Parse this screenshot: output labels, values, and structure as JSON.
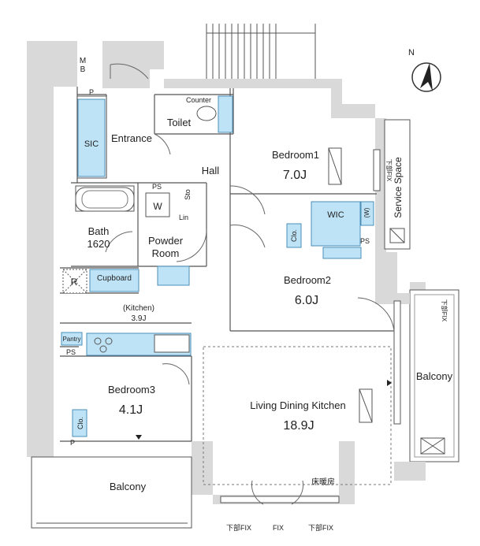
{
  "rooms": {
    "mb": "M\nB",
    "sic": "SIC",
    "entrance": "Entrance",
    "counter": "Counter",
    "toilet": "Toilet",
    "hall": "Hall",
    "bedroom1_name": "Bedroom1",
    "bedroom1_size": "7.0J",
    "ps_bath": "PS",
    "sto": "Sto",
    "w": "W",
    "lin": "Lin",
    "bath_name": "Bath",
    "bath_size": "1620",
    "powder_room_1": "Powder",
    "powder_room_2": "Room",
    "wic": "WIC",
    "wic_w": "(W)",
    "clo_bedroom2": "Clo.",
    "ps_wic": "PS",
    "service_space": "Service Space",
    "bedroom2_name": "Bedroom2",
    "bedroom2_size": "6.0J",
    "r": "R",
    "cupboard": "Cupboard",
    "kitchen_name": "(Kitchen)",
    "kitchen_size": "3.9J",
    "pantry": "Pantry",
    "ps_kitchen": "PS",
    "bedroom3_name": "Bedroom3",
    "bedroom3_size": "4.1J",
    "clo_bedroom3": "Clo.",
    "p_bottom": "P",
    "p_top": "P",
    "ldk_name": "Living Dining Kitchen",
    "ldk_size": "18.9J",
    "floor_heating": "床暖房",
    "balcony_right": "Balcony",
    "balcony_bottom": "Balcony",
    "window_label_1": "下部FIX",
    "window_label_2": "FIX",
    "window_label_3": "下部FIX",
    "window_right": "下部FIX",
    "window_bed1": "下部FIX"
  },
  "compass": {
    "north": "N"
  }
}
